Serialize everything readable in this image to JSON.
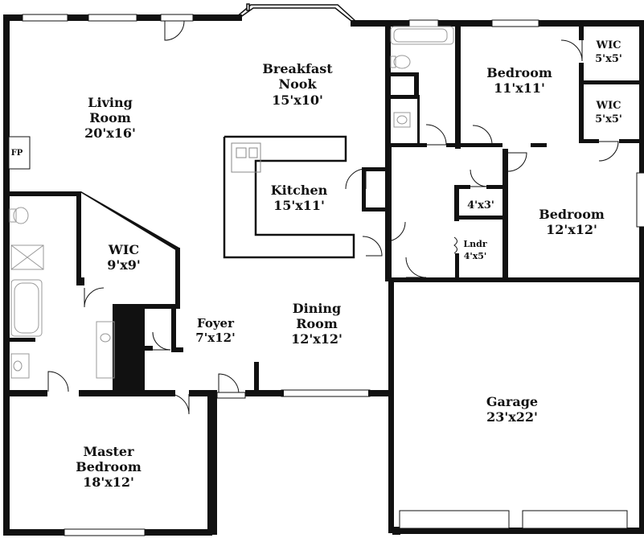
{
  "rooms": {
    "breakfast_nook": {
      "line1": "Breakfast",
      "line2": "Nook",
      "dim": "15'x10'"
    },
    "living_room": {
      "line1": "Living",
      "line2": "Room",
      "dim": "20'x16'"
    },
    "fp": "FP",
    "kitchen": {
      "name": "Kitchen",
      "dim": "15'x11'"
    },
    "bedroom_top": {
      "name": "Bedroom",
      "dim": "11'x11'"
    },
    "wic_top": {
      "name": "WIC",
      "dim": "5'x5'"
    },
    "wic_second": {
      "name": "WIC",
      "dim": "5'x5'"
    },
    "closet_small": {
      "dim": "4'x3'"
    },
    "bedroom_right": {
      "name": "Bedroom",
      "dim": "12'x12'"
    },
    "laundry": {
      "name": "Lndr",
      "dim": "4'x5'"
    },
    "wic_master": {
      "name": "WIC",
      "dim": "9'x9'"
    },
    "foyer": {
      "name": "Foyer",
      "dim": "7'x12'"
    },
    "dining_room": {
      "line1": "Dining",
      "line2": "Room",
      "dim": "12'x12'"
    },
    "garage": {
      "name": "Garage",
      "dim": "23'x22'"
    },
    "master_bedroom": {
      "line1": "Master",
      "line2": "Bedroom",
      "dim": "18'x12'"
    }
  },
  "colors": {
    "wall": "#111111",
    "fixture": "#9a9a9a",
    "background": "#ffffff"
  }
}
